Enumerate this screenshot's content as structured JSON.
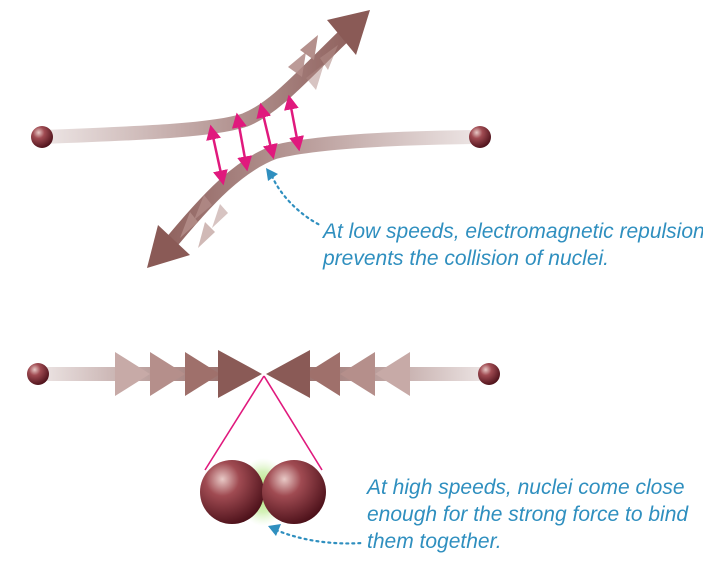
{
  "captions": {
    "low_speed": {
      "line1": "At low speeds, electromagnetic repulsion",
      "line2": "prevents the collision of nuclei."
    },
    "high_speed": {
      "line1": "At high speeds, nuclei come close",
      "line2": "enough for the strong force to bind",
      "line3": "them together."
    }
  },
  "colors": {
    "trail": "#8a5a56",
    "nucleus": "#7a1f2c",
    "repulsion_arrows": "#e0197d",
    "fusion_lines": "#e0197d",
    "strong_force_glow": "#9bdc56",
    "caption_text": "#2f8fbf",
    "pointer_dots": "#2f8fbf"
  }
}
